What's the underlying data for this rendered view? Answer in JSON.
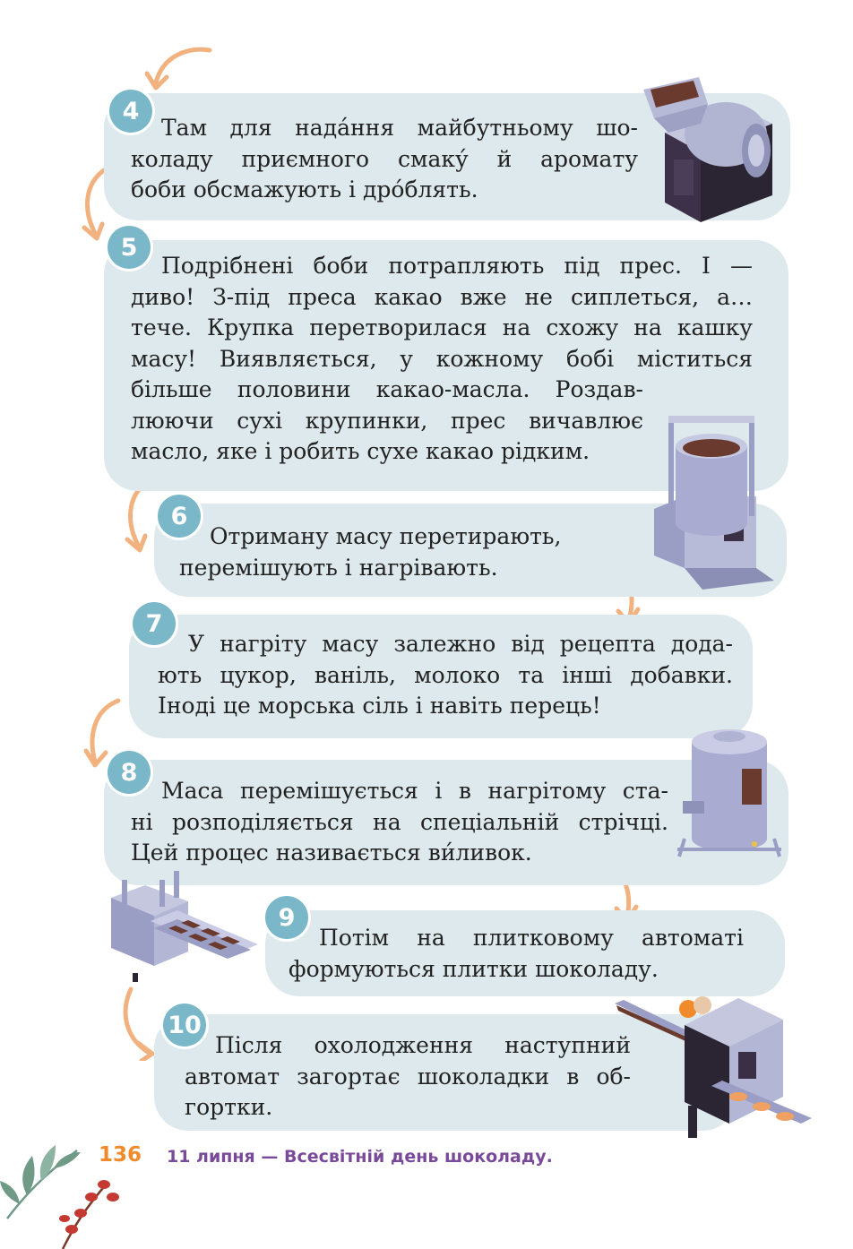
{
  "steps": [
    {
      "num": "4",
      "lines": [
        "Там для нада́ння майбутньому шо-",
        "коладу приємного смаку́ й аромату",
        "боби обсмажують і дро́блять."
      ]
    },
    {
      "num": "5",
      "lines": [
        "Подрібнені боби потрапляють під прес. І —",
        "диво! З-під преса какао вже не сиплеться, а…",
        "тече. Крупка перетворилася на схожу на кашку",
        "масу! Виявляється, у кожному бобі міститься",
        "більше половини какао-масла. Роздав-",
        "люючи сухі крупинки, прес вичавлює",
        "масло, яке і робить сухе какао рідким."
      ]
    },
    {
      "num": "6",
      "lines": [
        "Отриману масу перетирають,",
        "перемішують і нагрівають."
      ]
    },
    {
      "num": "7",
      "lines": [
        "У нагріту масу залежно від рецепта дода-",
        "ють цукор, ваніль, молоко та інші добавки.",
        "Іноді це морська сіль і навіть перець!"
      ]
    },
    {
      "num": "8",
      "lines": [
        "Маса перемішується і в нагрітому ста-",
        "ні розподіляється на спеціальній стрічці.",
        "Цей процес називається ви́ливок."
      ]
    },
    {
      "num": "9",
      "lines": [
        "Потім на плитковому автоматі",
        "формуються плитки шоколаду."
      ]
    },
    {
      "num": "10",
      "lines": [
        "Після охолодження наступний",
        "автомат загортає шоколадки в об-",
        "гортки."
      ]
    }
  ],
  "footer": {
    "page_number": "136",
    "text": "11 липня — Всесвітній день шоколаду."
  },
  "colors": {
    "bubble": "#dde9ec",
    "badge": "#7ab8c9",
    "arrow": "#f2b27f",
    "page_number": "#f08a2a",
    "footer_text": "#7a4a9a"
  },
  "icons": [
    "curved-arrow-icon",
    "roaster-machine-icon",
    "press-machine-icon",
    "conche-machine-icon",
    "tempering-machine-icon",
    "molding-machine-icon",
    "wrapping-machine-icon",
    "leaf-branch-icon",
    "berry-branch-icon"
  ]
}
